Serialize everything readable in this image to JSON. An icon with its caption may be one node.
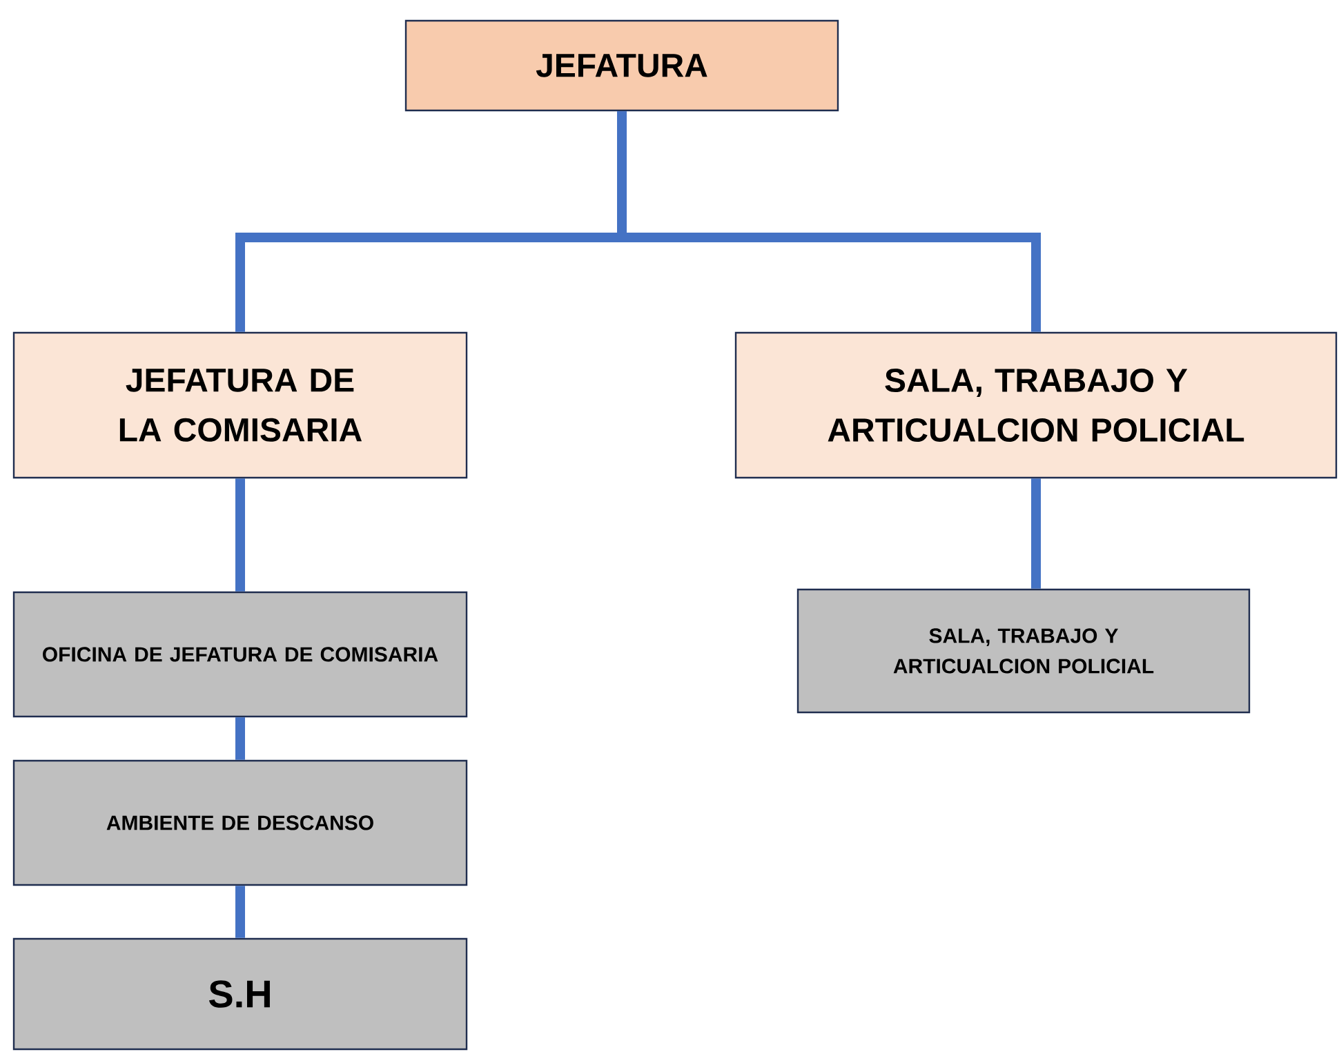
{
  "diagram": {
    "nodes": [
      {
        "text": [
          "JEFATURA"
        ]
      },
      {
        "text": [
          "JEFATURA DE LA COMISARIA"
        ]
      },
      {
        "text": [
          "SALA, TRABAJO Y ARTICUALCION POLICIAL"
        ]
      },
      {
        "text": [
          "OFICINA DE JEFATURA DE COMISARIA"
        ]
      },
      {
        "text": [
          "AMBIENTE DE DESCANSO"
        ]
      },
      {
        "text": [
          "SALA, TRABAJO Y ARTICUALCION POLICIAL"
        ]
      },
      {
        "text": [
          "S.H"
        ]
      }
    ],
    "edges": [
      {
        "from": 0,
        "to": 1,
        "arrow": "none"
      },
      {
        "from": 0,
        "to": 2,
        "arrow": "none"
      },
      {
        "from": 1,
        "to": 3,
        "arrow": "none"
      },
      {
        "from": 3,
        "to": 4,
        "arrow": "none"
      },
      {
        "from": 4,
        "to": 6,
        "arrow": "none"
      },
      {
        "from": 2,
        "to": 5,
        "arrow": "none"
      }
    ]
  }
}
